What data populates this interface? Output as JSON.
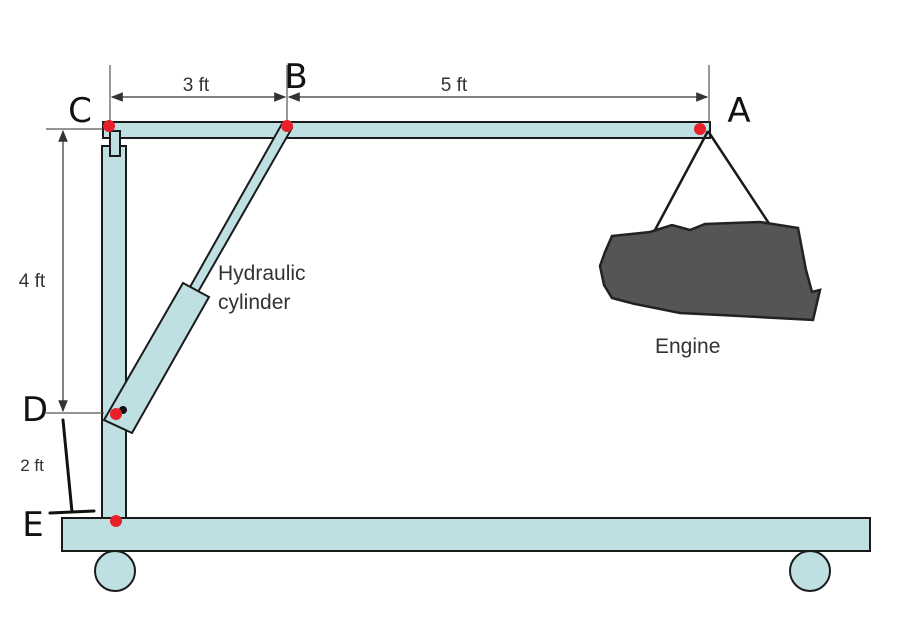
{
  "points": {
    "a": "A",
    "b": "B",
    "c": "C",
    "d": "D",
    "e": "E"
  },
  "dimensions": {
    "cb": "3 ft",
    "ba": "5 ft",
    "cd": "4 ft",
    "de": "2 ft"
  },
  "labels": {
    "cylinder_line1": "Hydraulic",
    "cylinder_line2": "cylinder",
    "engine": "Engine"
  },
  "colors": {
    "frame_fill": "#bfe0e3",
    "outline": "#1a1a1a",
    "engine_fill": "#555555",
    "point_marker": "#e8202a"
  }
}
